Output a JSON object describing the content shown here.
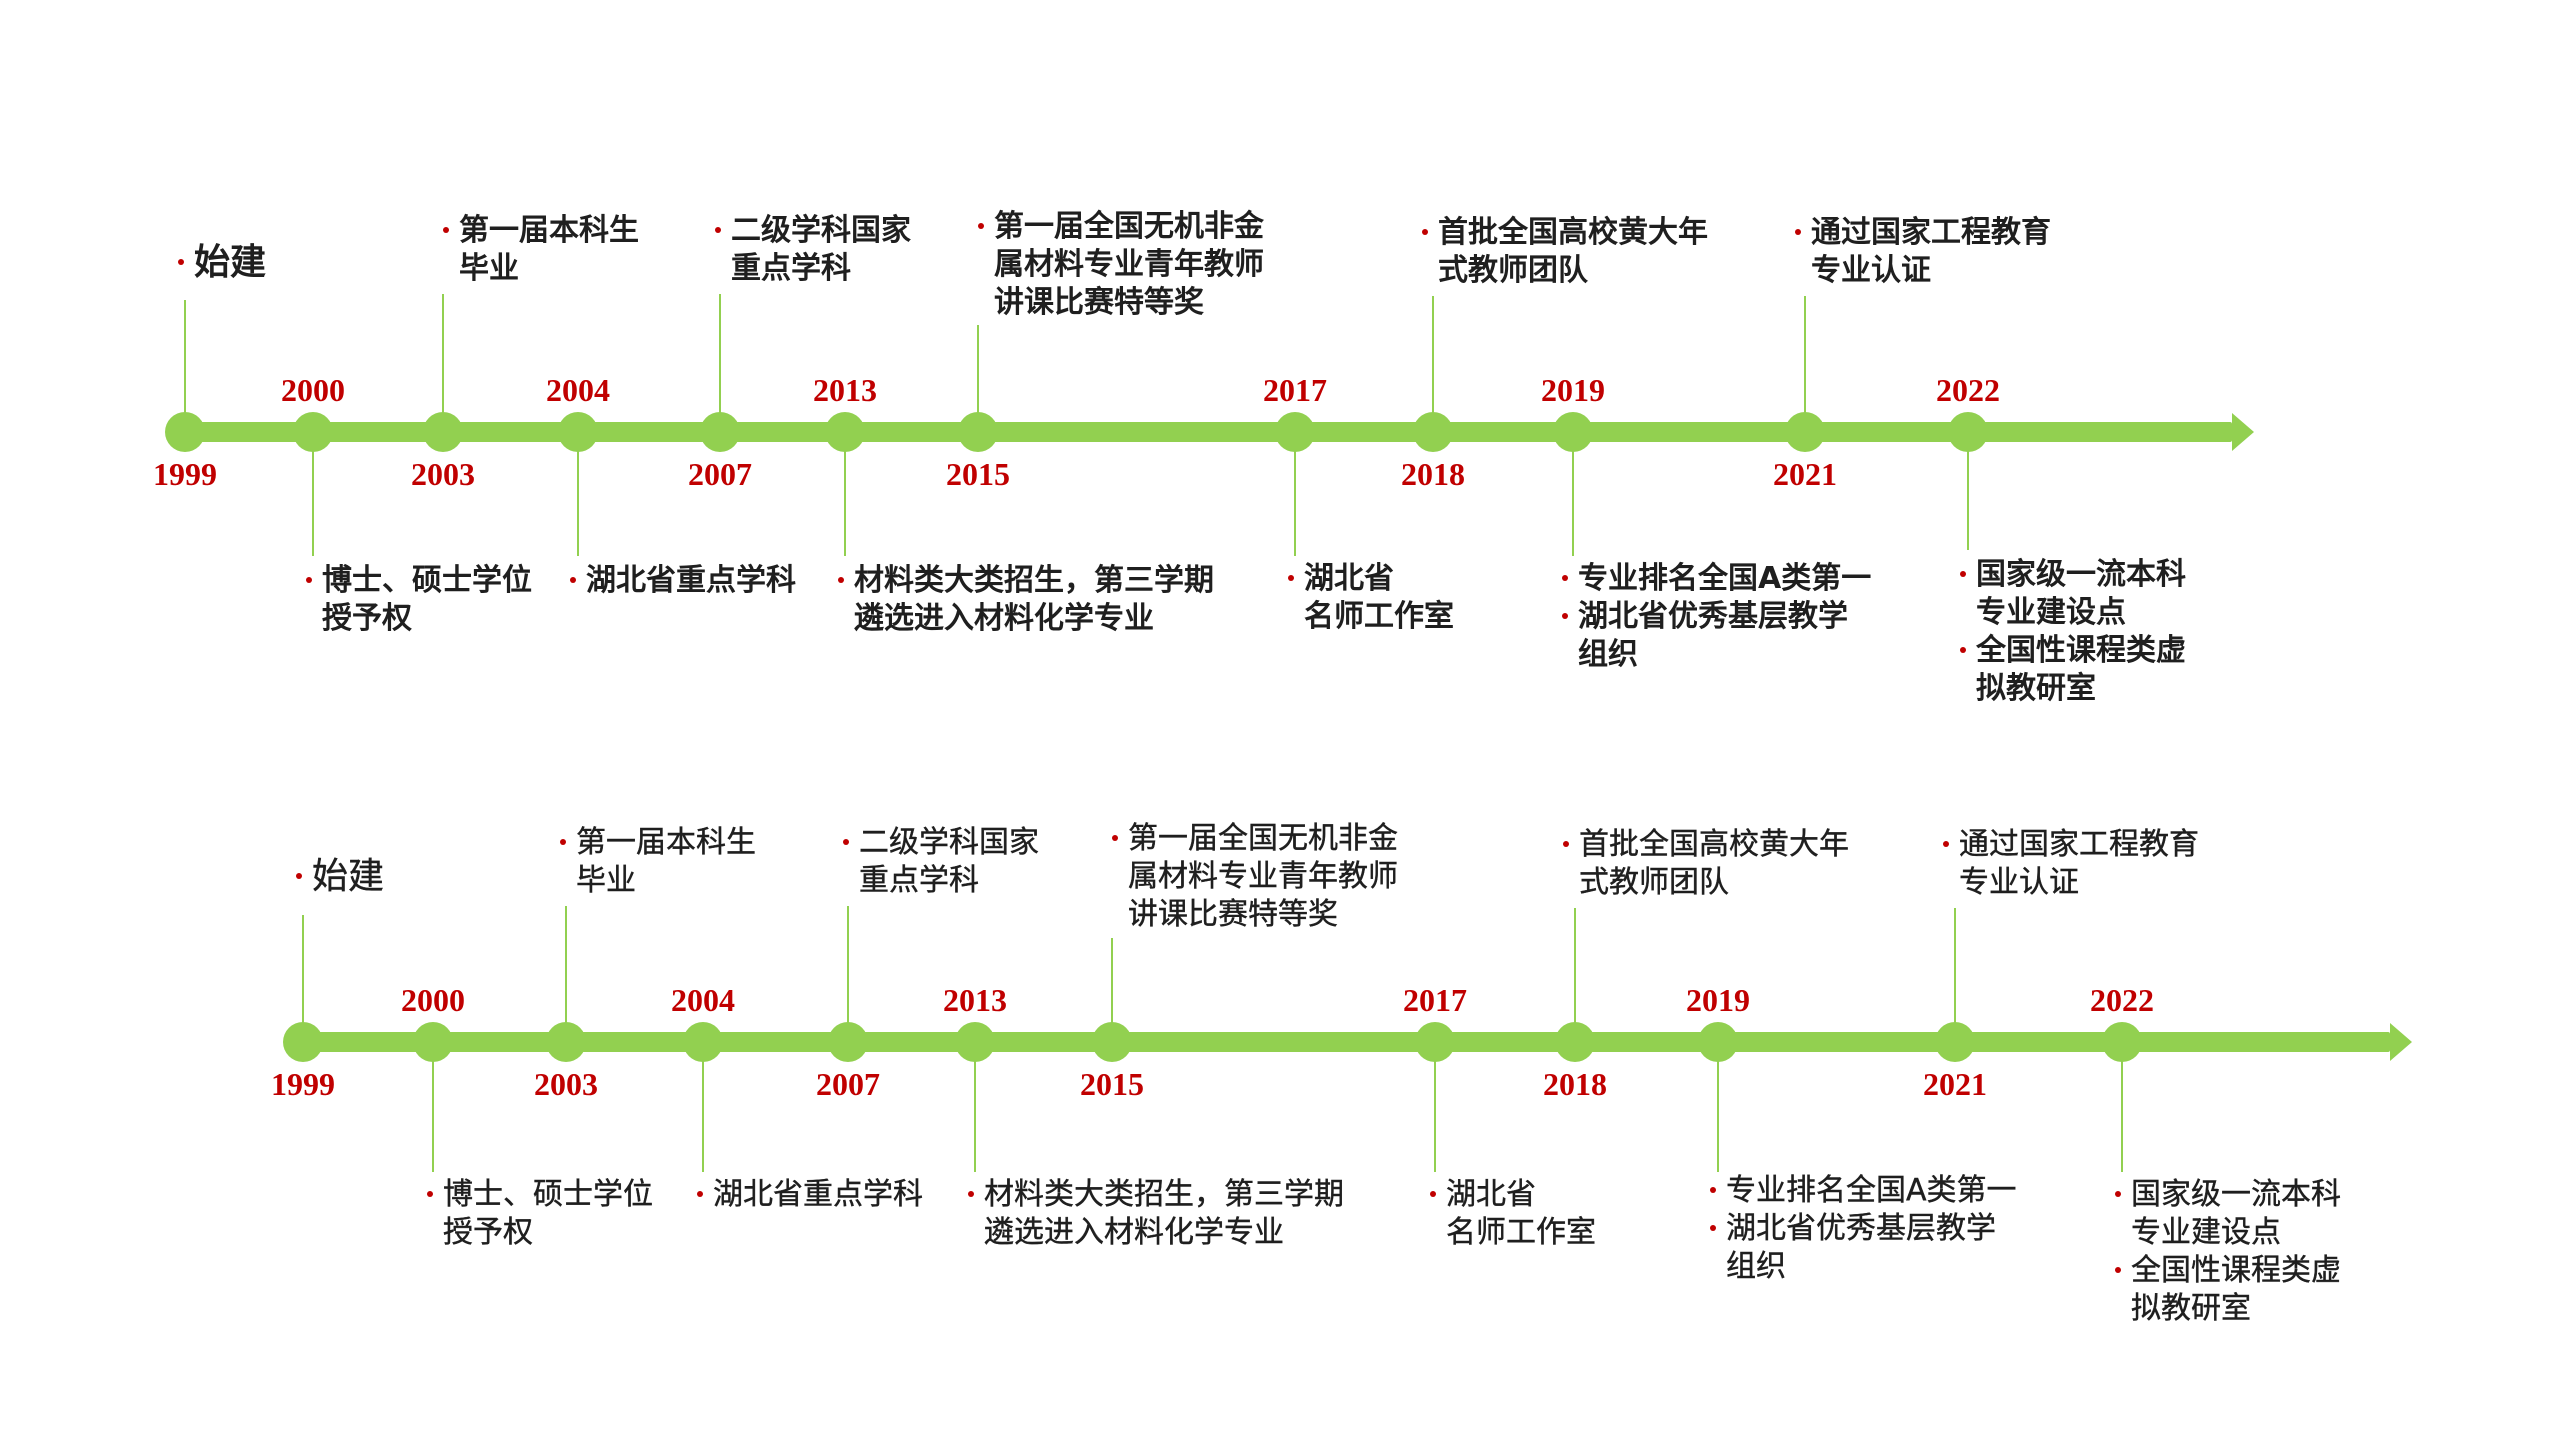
{
  "timelines": [
    {
      "years": {
        "y1999": "1999",
        "y2000": "2000",
        "y2003": "2003",
        "y2004": "2004",
        "y2007": "2007",
        "y2013": "2013",
        "y2015": "2015",
        "y2017": "2017",
        "y2018": "2018",
        "y2019": "2019",
        "y2021": "2021",
        "y2022": "2022"
      },
      "events": {
        "founding": [
          "始建"
        ],
        "first_grads": [
          "第一届本科生",
          "毕业"
        ],
        "key_discipline": [
          "二级学科国家",
          "重点学科"
        ],
        "teacher_award": [
          "第一届全国无机非金",
          "属材料专业青年教师",
          "讲课比赛特等奖"
        ],
        "huang_team": [
          "首批全国高校黄大年",
          "式教师团队"
        ],
        "certification": [
          "通过国家工程教育",
          "专业认证"
        ],
        "degree_rights": [
          "博士、硕士学位",
          "授予权"
        ],
        "hubei_key": [
          "湖北省重点学科"
        ],
        "enrollment": [
          "材料类大类招生，第三学期",
          "遴选进入材料化学专业"
        ],
        "master_studio": [
          "湖北省",
          "名师工作室"
        ],
        "ranking": [
          "专业排名全国A类第一"
        ],
        "hubei_org": [
          "湖北省优秀基层教学",
          "组织"
        ],
        "first_class": [
          "国家级一流本科",
          "专业建设点"
        ],
        "virtual_lab": [
          "全国性课程类虚",
          "拟教研室"
        ]
      }
    },
    {
      "years": {
        "y1999": "1999",
        "y2000": "2000",
        "y2003": "2003",
        "y2004": "2004",
        "y2007": "2007",
        "y2013": "2013",
        "y2015": "2015",
        "y2017": "2017",
        "y2018": "2018",
        "y2019": "2019",
        "y2021": "2021",
        "y2022": "2022"
      },
      "events": {
        "founding": [
          "始建"
        ],
        "first_grads": [
          "第一届本科生",
          "毕业"
        ],
        "key_discipline": [
          "二级学科国家",
          "重点学科"
        ],
        "teacher_award": [
          "第一届全国无机非金",
          "属材料专业青年教师",
          "讲课比赛特等奖"
        ],
        "huang_team": [
          "首批全国高校黄大年",
          "式教师团队"
        ],
        "certification": [
          "通过国家工程教育",
          "专业认证"
        ],
        "degree_rights": [
          "博士、硕士学位",
          "授予权"
        ],
        "hubei_key": [
          "湖北省重点学科"
        ],
        "enrollment": [
          "材料类大类招生，第三学期",
          "遴选进入材料化学专业"
        ],
        "master_studio": [
          "湖北省",
          "名师工作室"
        ],
        "ranking": [
          "专业排名全国A类第一"
        ],
        "hubei_org": [
          "湖北省优秀基层教学",
          "组织"
        ],
        "first_class": [
          "国家级一流本科",
          "专业建设点"
        ],
        "virtual_lab": [
          "全国性课程类虚",
          "拟教研室"
        ]
      }
    }
  ],
  "colors": {
    "axis": "#92d050",
    "year": "#c00000",
    "bullet": "#c00000",
    "text": "#1f1f1f"
  }
}
